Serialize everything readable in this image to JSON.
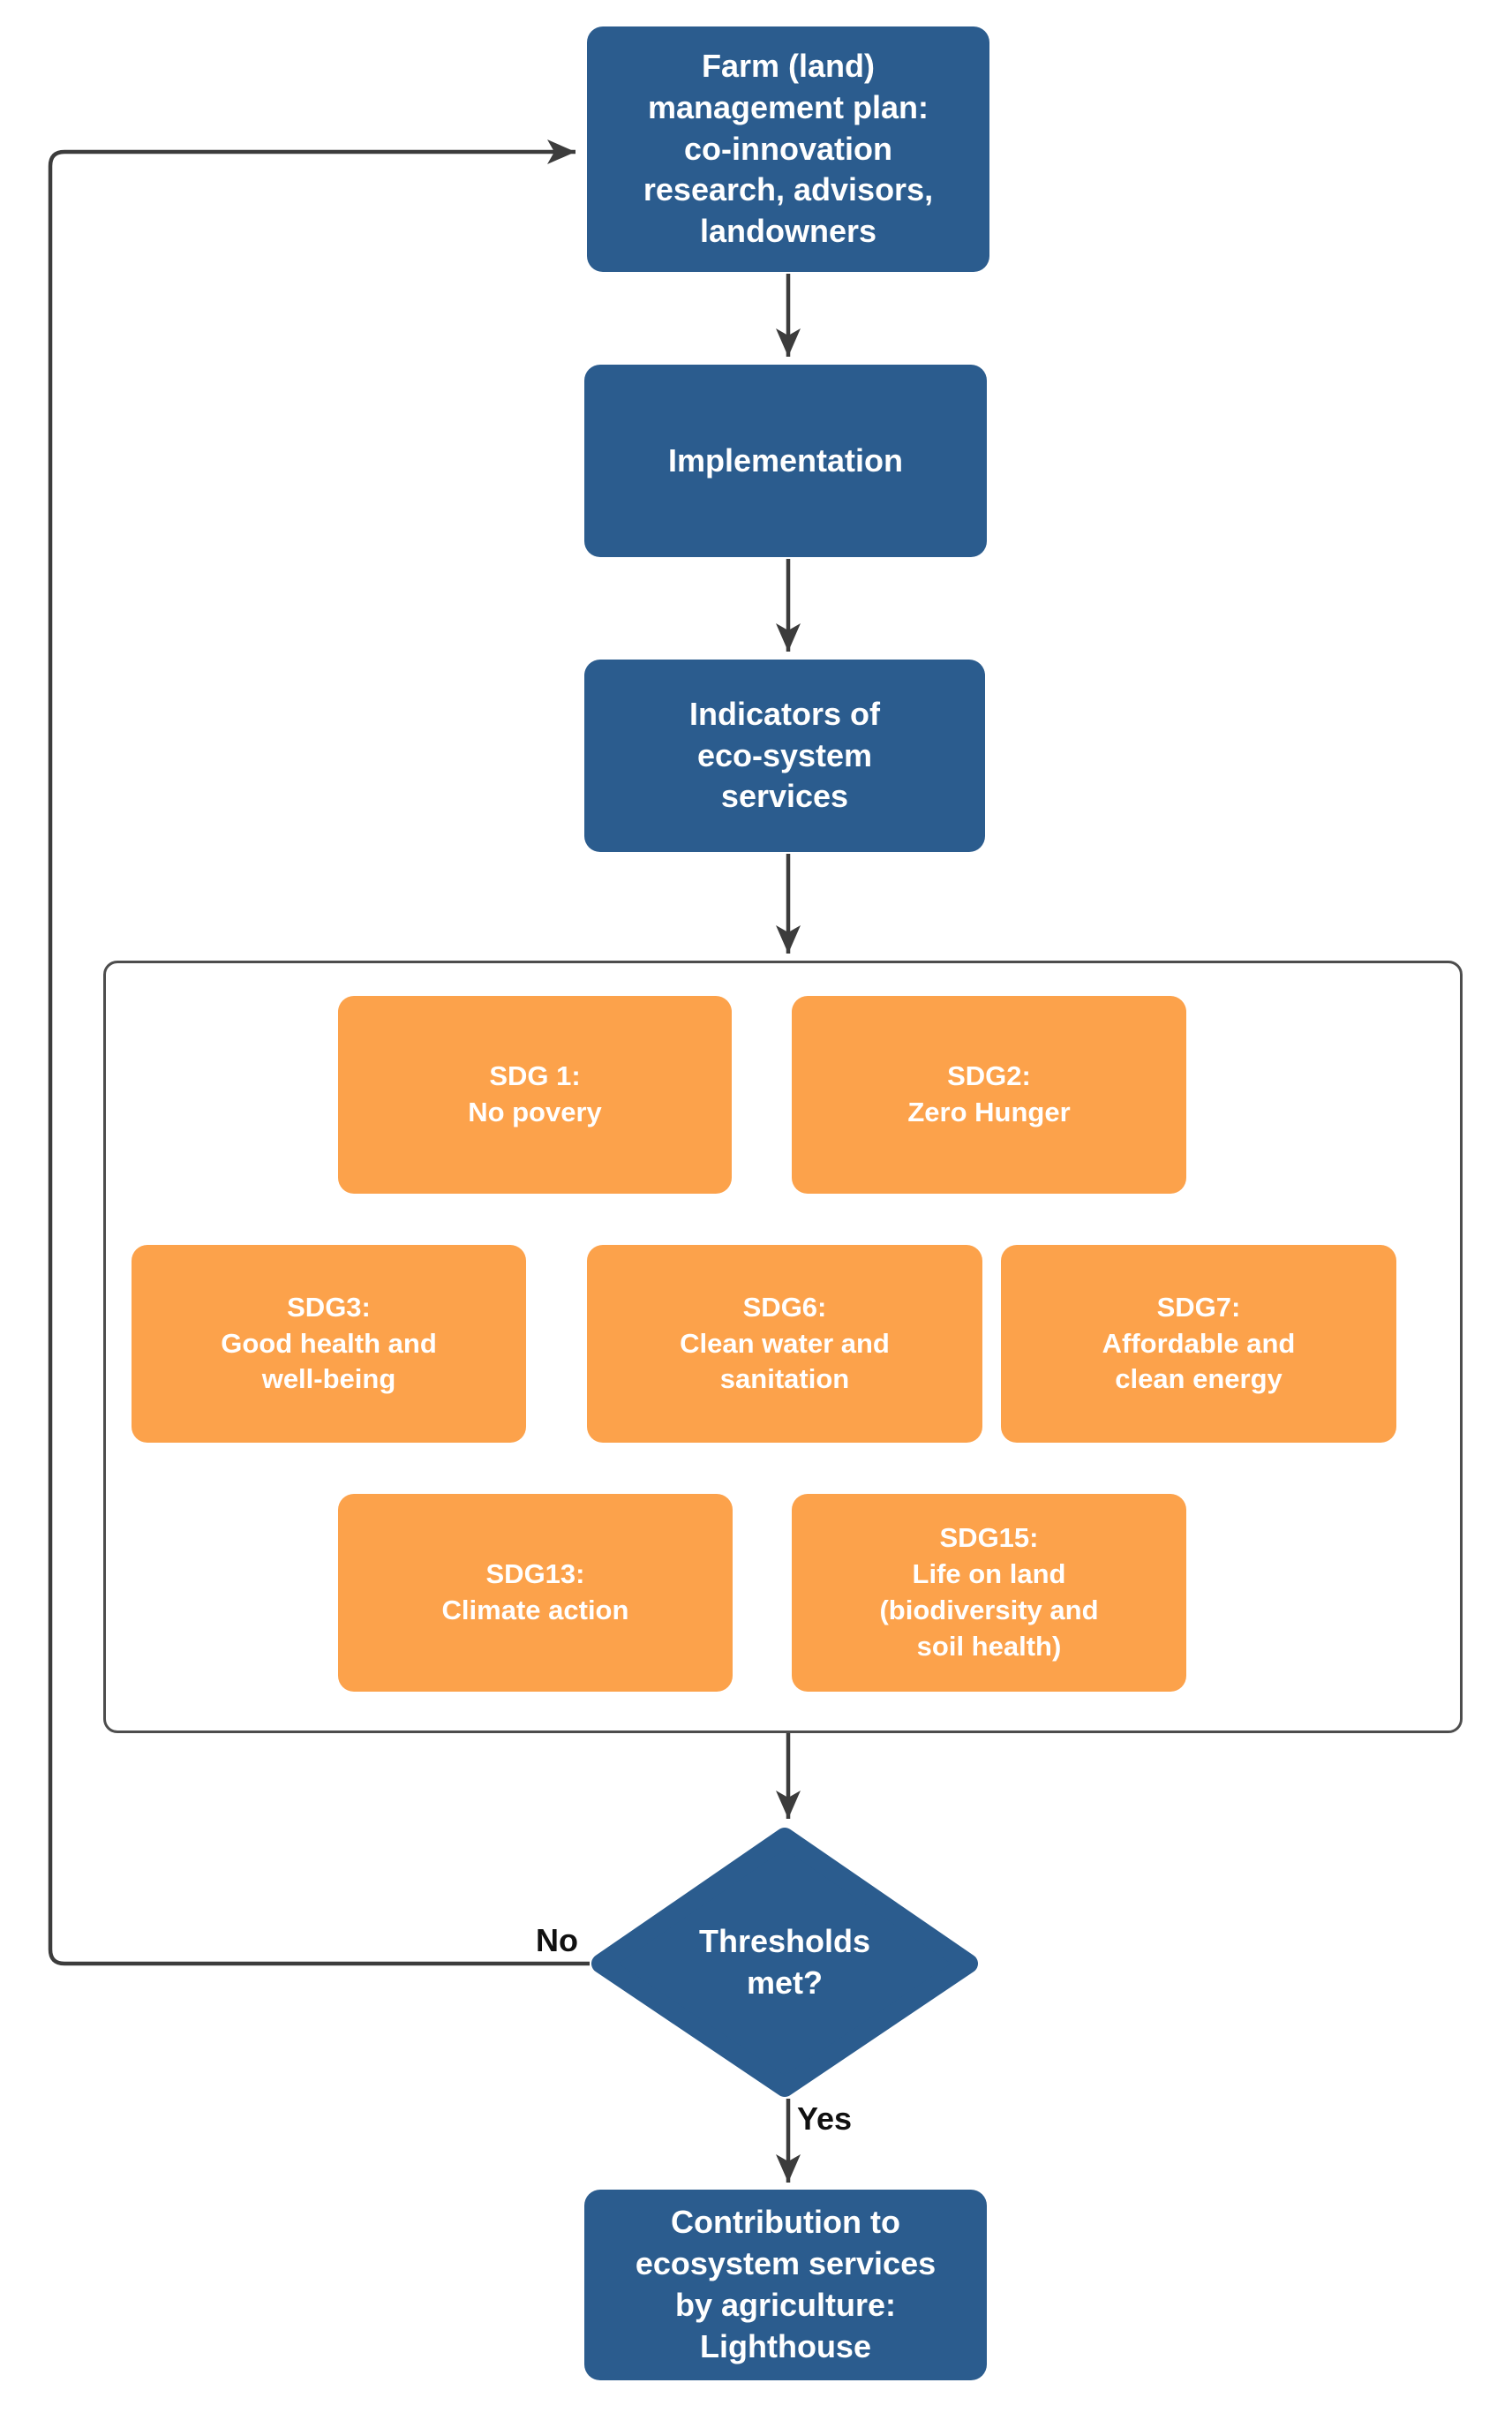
{
  "colors": {
    "node_blue": "#2b5c8e",
    "node_orange": "#fca24b",
    "node_text": "#ffffff",
    "connector": "#3c3c3c",
    "container_border": "#4d4d4d",
    "edge_label_text": "#111111"
  },
  "nodes": {
    "farm_plan": {
      "label": "Farm (land)\nmanagement plan:\nco-innovation\nresearch, advisors,\nlandowners"
    },
    "implementation": {
      "label": "Implementation"
    },
    "indicators": {
      "label": "Indicators of\neco-system\nservices"
    },
    "sdg1": {
      "label": "SDG 1:\nNo povery"
    },
    "sdg2": {
      "label": "SDG2:\nZero Hunger"
    },
    "sdg3": {
      "label": "SDG3:\nGood health and\nwell-being"
    },
    "sdg6": {
      "label": "SDG6:\nClean water and\nsanitation"
    },
    "sdg7": {
      "label": "SDG7:\nAffordable and\nclean energy"
    },
    "sdg13": {
      "label": "SDG13:\nClimate action"
    },
    "sdg15": {
      "label": "SDG15:\nLife on land\n(biodiversity and\nsoil health)"
    },
    "thresholds": {
      "label": "Thresholds\nmet?"
    },
    "contribution": {
      "label": "Contribution to\necosystem services\nby agriculture:\nLighthouse"
    }
  },
  "edge_labels": {
    "no": "No",
    "yes": "Yes"
  }
}
